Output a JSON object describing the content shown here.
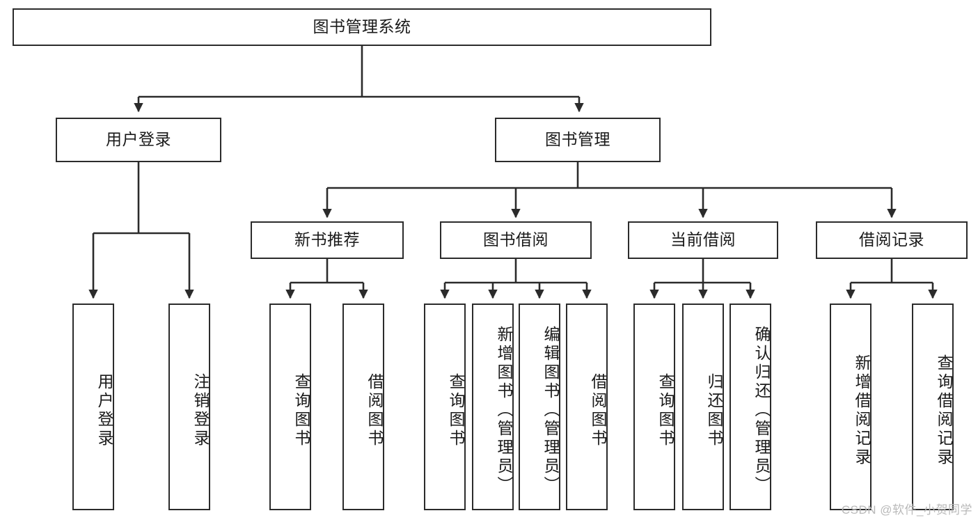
{
  "diagram": {
    "title_node": {
      "label": "图书管理系统"
    },
    "watermark": "CSDN @软件_小贺同学",
    "level2": [
      {
        "label": "用户登录"
      },
      {
        "label": "图书管理"
      }
    ],
    "level3": [
      {
        "label": "新书推荐"
      },
      {
        "label": "图书借阅"
      },
      {
        "label": "当前借阅"
      },
      {
        "label": "借阅记录"
      }
    ],
    "leaves": {
      "user_login": [
        {
          "label": "用户登录"
        },
        {
          "label": "注销登录"
        }
      ],
      "new_book": [
        {
          "label": "查询图书"
        },
        {
          "label": "借阅图书"
        }
      ],
      "book_borrow": [
        {
          "label": "查询图书"
        },
        {
          "label": "新增图书（管理员）"
        },
        {
          "label": "编辑图书（管理员）"
        },
        {
          "label": "借阅图书"
        }
      ],
      "current_borrow": [
        {
          "label": "查询图书"
        },
        {
          "label": "归还图书"
        },
        {
          "label": "确认归还（管理员）"
        }
      ],
      "borrow_record": [
        {
          "label": "新增借阅记录"
        },
        {
          "label": "查询借阅记录"
        }
      ]
    }
  },
  "chart_data": {
    "type": "tree",
    "title": "图书管理系统",
    "nodes": [
      {
        "id": "root",
        "label": "图书管理系统",
        "level": 0,
        "parent": null
      },
      {
        "id": "n_user_login",
        "label": "用户登录",
        "level": 1,
        "parent": "root"
      },
      {
        "id": "n_book_mgmt",
        "label": "图书管理",
        "level": 1,
        "parent": "root"
      },
      {
        "id": "n_new_book",
        "label": "新书推荐",
        "level": 2,
        "parent": "n_book_mgmt"
      },
      {
        "id": "n_book_borrow",
        "label": "图书借阅",
        "level": 2,
        "parent": "n_book_mgmt"
      },
      {
        "id": "n_current_borrow",
        "label": "当前借阅",
        "level": 2,
        "parent": "n_book_mgmt"
      },
      {
        "id": "n_borrow_record",
        "label": "借阅记录",
        "level": 2,
        "parent": "n_book_mgmt"
      },
      {
        "id": "l1",
        "label": "用户登录",
        "level": 3,
        "parent": "n_user_login"
      },
      {
        "id": "l2",
        "label": "注销登录",
        "level": 3,
        "parent": "n_user_login"
      },
      {
        "id": "l3",
        "label": "查询图书",
        "level": 3,
        "parent": "n_new_book"
      },
      {
        "id": "l4",
        "label": "借阅图书",
        "level": 3,
        "parent": "n_new_book"
      },
      {
        "id": "l5",
        "label": "查询图书",
        "level": 3,
        "parent": "n_book_borrow"
      },
      {
        "id": "l6",
        "label": "新增图书（管理员）",
        "level": 3,
        "parent": "n_book_borrow"
      },
      {
        "id": "l7",
        "label": "编辑图书（管理员）",
        "level": 3,
        "parent": "n_book_borrow"
      },
      {
        "id": "l8",
        "label": "借阅图书",
        "level": 3,
        "parent": "n_book_borrow"
      },
      {
        "id": "l9",
        "label": "查询图书",
        "level": 3,
        "parent": "n_current_borrow"
      },
      {
        "id": "l10",
        "label": "归还图书",
        "level": 3,
        "parent": "n_current_borrow"
      },
      {
        "id": "l11",
        "label": "确认归还（管理员）",
        "level": 3,
        "parent": "n_current_borrow"
      },
      {
        "id": "l12",
        "label": "新增借阅记录",
        "level": 3,
        "parent": "n_borrow_record"
      },
      {
        "id": "l13",
        "label": "查询借阅记录",
        "level": 3,
        "parent": "n_borrow_record"
      }
    ],
    "colors": {
      "box_border": "#2b2b2b",
      "box_fill": "#ffffff",
      "connector": "#2b2b2b",
      "watermark": "#b9b9b9"
    }
  }
}
